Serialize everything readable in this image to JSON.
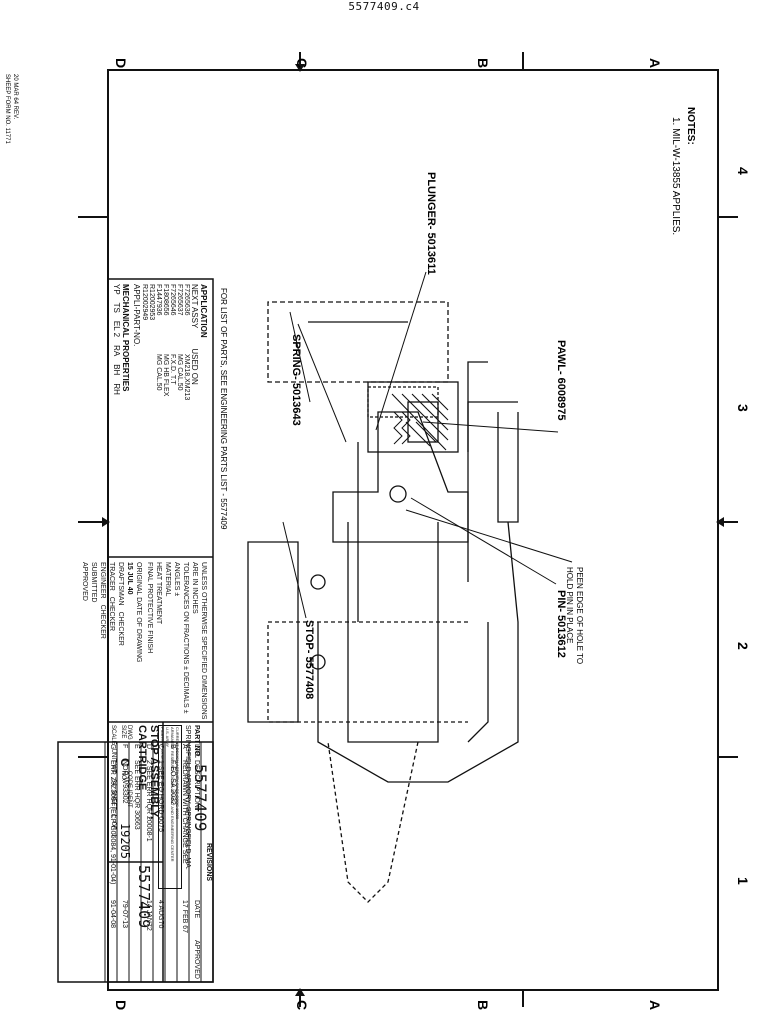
{
  "file_label": "5577409.c4",
  "zone_letters": [
    "A",
    "B",
    "C",
    "D"
  ],
  "zone_numbers": [
    "4",
    "3",
    "2",
    "1"
  ],
  "notes": {
    "heading": "NOTES:",
    "items": [
      "1. MIL-W-13855 APPLIES."
    ]
  },
  "form_label": [
    "SHEEP FORM NO. 11771",
    "20 MAR 64 REV."
  ],
  "callouts": {
    "plunger": "PLUNGER- 5013611",
    "pawl": "PAWL- 6008975",
    "spring": "SPRING- 5013643",
    "pin": "PIN- 5013612",
    "stop": "STOP- 5577408",
    "peen": [
      "PEEN EDGE OF HOLE TO",
      "HOLD PIN IN PLACE"
    ]
  },
  "parts_list_note": "FOR LIST OF PARTS, SEE ENGINEERING PARTS LIST - 5577409",
  "revisions": {
    "title": "REVISIONS",
    "headers": [
      "LTR",
      "DESCRIPTION",
      "DATE",
      "APPROVED"
    ],
    "rows": [
      [
        "A",
        "REDRAWN WITH CHANGE SEE",
        "17 FEB 67",
        ""
      ],
      [
        "B",
        "F EO SA 2032",
        "",
        ""
      ],
      [
        "C",
        "1 SEE EO HQRD 0075",
        "4 AUG70",
        ""
      ],
      [
        "D",
        "2 SEE ERR HQR 20008-1",
        "14 JAN72",
        ""
      ],
      [
        "E",
        "SEE ERR HQR 30663",
        "",
        ""
      ],
      [
        "F",
        "NOR W93302",
        "79-07-13",
        ""
      ],
      [
        "G",
        "ERR Z9Z3094 (ECP G06084, 91-01-04)",
        "91-04-08",
        ""
      ]
    ]
  },
  "application": {
    "headers": [
      "NEXT ASSY",
      "USED ON"
    ],
    "title": "APPLICATION",
    "approval": "APPLI-PART-NO.",
    "rows": [
      [
        "F7265636",
        "XM218,XM213"
      ],
      [
        "F7265637",
        "MG CAL.50"
      ],
      [
        "F7265646",
        "F.X.D. T.T"
      ],
      [
        "F1808656",
        "MG HB FLEX"
      ],
      [
        "F1447936",
        "MG CAL.50"
      ],
      [
        "R12002953",
        ""
      ],
      [
        "R12002949",
        ""
      ]
    ]
  },
  "mechanical": {
    "title": "MECHANICAL PROPERTIES",
    "rows": [
      "YP",
      "TS",
      "EL 2",
      "RA",
      "BH",
      "RH"
    ]
  },
  "tolerances": {
    "unless": "UNLESS OTHERWISE SPECIFIED DIMENSIONS ARE IN INCHES",
    "tol": "TOLERANCES ON FRACTIONS ±  DECIMALS ±  ANGLES ±",
    "material": "MATERIAL",
    "heat": "HEAT TREATMENT",
    "finish": "FINAL PROTECTIVE FINISH"
  },
  "signoff": {
    "original_date_label": "ORIGINAL DATE OF DRAWING",
    "original_date": "15 JUL 40",
    "rows": [
      [
        "DRAFTSMAN",
        "CHECKER"
      ],
      [
        "TRACER",
        "CHECKER"
      ],
      [
        "ENGINEER",
        "CHECKER"
      ]
    ],
    "submitted": "SUBMITTED",
    "approved": "APPROVED"
  },
  "title_block": {
    "part_no_label": "PART NO.",
    "part_no": "5577409",
    "agency": "SPRINGFIELD ARMORY, SPRINGFIELD, MA.",
    "stamp": [
      "CURRENT DESIGN ACTIVITY CAGE CODE 19200",
      "ARMAMENT RESEARCH, DEVELOPMENT AND ENGINEERING CENTER",
      "U.S. ARMY",
      "PICATINNY ARSENAL, NEW JERSEY 07806-5000"
    ],
    "title": "STOP ASSEMBLY, CARTRIDGE",
    "size_label": "DWG SIZE",
    "size": "C",
    "cage_label": "CODE IDENT NO.",
    "cage": "19205",
    "dwg_no": "5577409",
    "scale_label": "SCALE",
    "unit_wt_label": "UNIT WT",
    "unit_wt": ".34",
    "sheet_label": "SHEET",
    "sheet": "1",
    "of_label": "OF",
    "of": "1"
  }
}
